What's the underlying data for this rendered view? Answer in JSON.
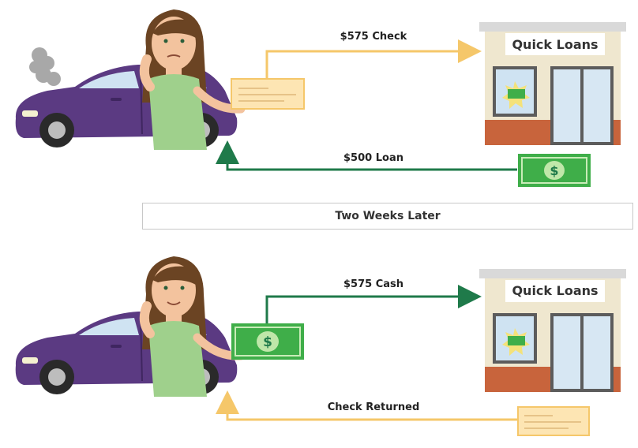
{
  "scene1": {
    "arrow_top_label": "$575 Check",
    "arrow_bottom_label": "$500 Loan",
    "store_sign": "Quick Loans"
  },
  "divider": {
    "label": "Two Weeks Later"
  },
  "scene2": {
    "arrow_top_label": "$575 Cash",
    "arrow_bottom_label": "Check Returned",
    "store_sign": "Quick Loans"
  },
  "colors": {
    "check_arrow": "#f5c76a",
    "cash_arrow": "#1f7a4a",
    "car_body": "#5b3a82",
    "money_green": "#3fae49",
    "check_fill": "#fde5b3",
    "shirt": "#9fd08c",
    "hair": "#6b4423",
    "brick": "#c8643c"
  },
  "icons": {
    "dollar_symbol": "$"
  }
}
